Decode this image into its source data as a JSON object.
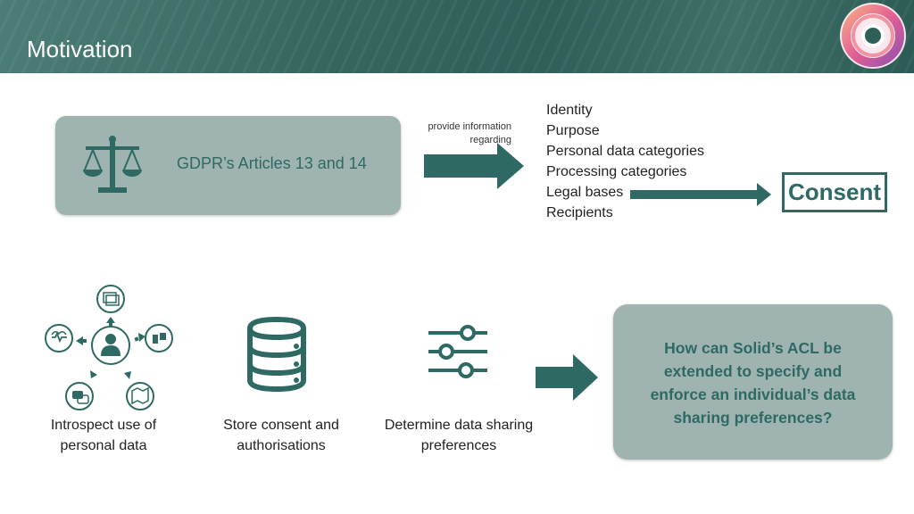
{
  "slide": {
    "title": "Motivation"
  },
  "gdpr": {
    "text": "GDPR’s Articles 13 and 14",
    "icon": "scale-icon"
  },
  "flow": {
    "provide_label": "provide information regarding",
    "items": [
      "Identity",
      "Purpose",
      "Personal data categories",
      "Processing categories",
      "Legal bases",
      "Recipients"
    ],
    "consent": "Consent"
  },
  "steps": [
    {
      "label": "Introspect use of personal data",
      "icon": "user-network-icon"
    },
    {
      "label": "Store consent and authorisations",
      "icon": "database-icon"
    },
    {
      "label": "Determine data sharing preferences",
      "icon": "sliders-icon"
    }
  ],
  "question": "How can Solid’s ACL be extended to specify and enforce an individual’s data sharing preferences?",
  "colors": {
    "accent": "#2e6a63",
    "box": "#9fb4b0",
    "header": "#35675f"
  }
}
